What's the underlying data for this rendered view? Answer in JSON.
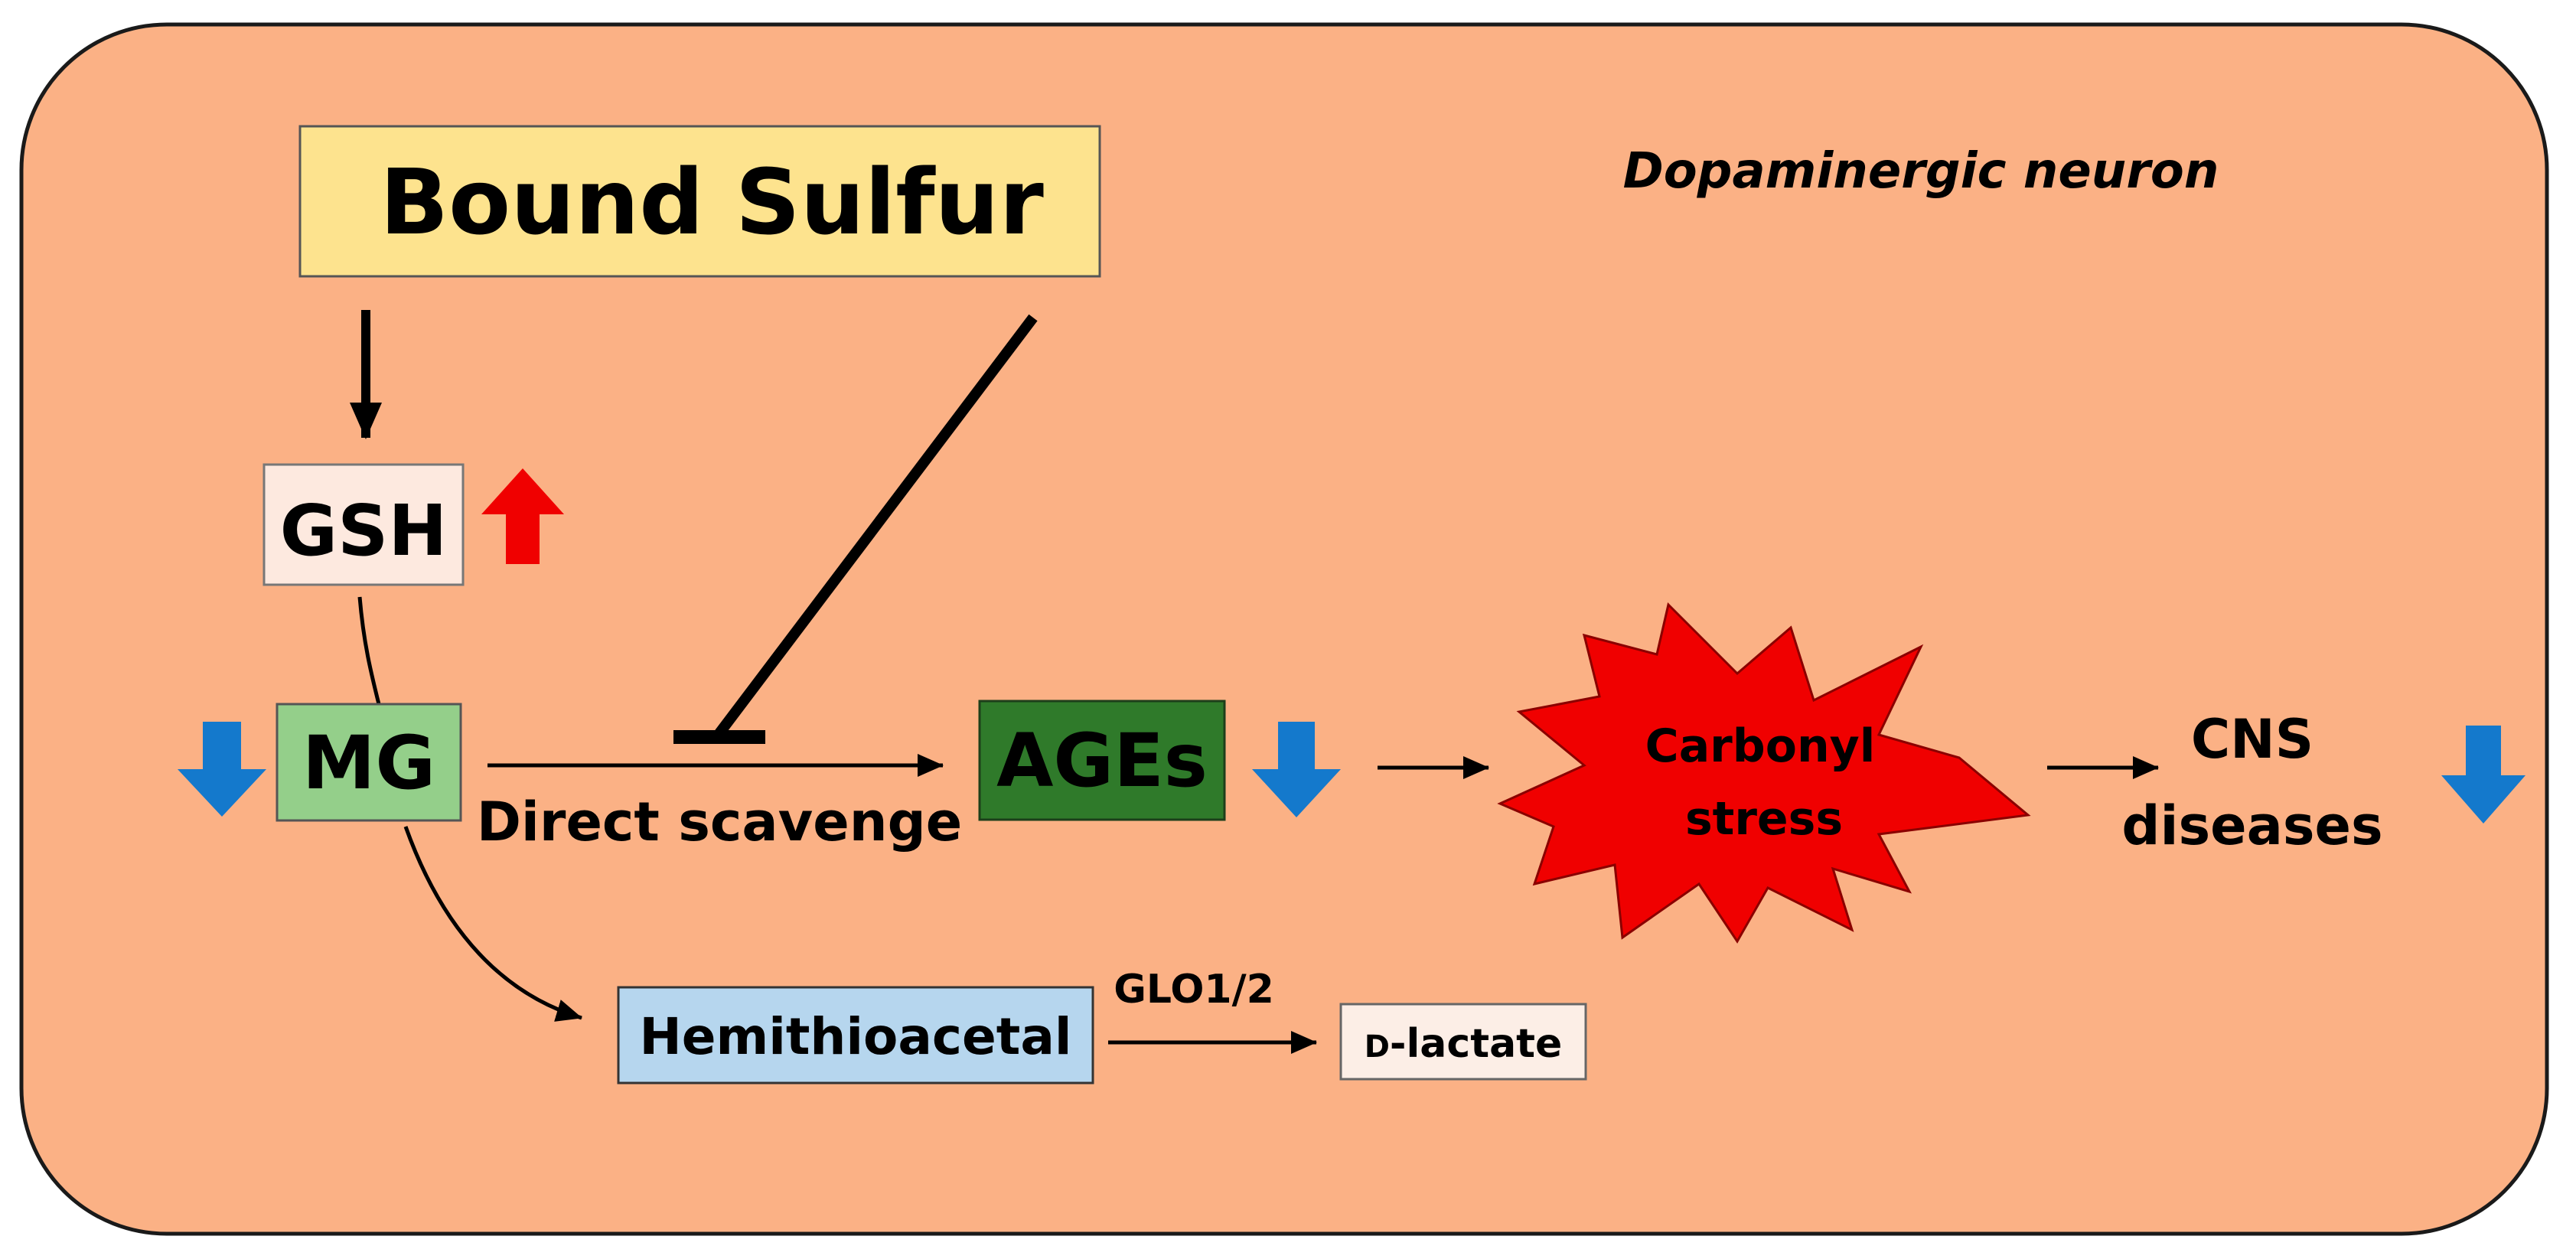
{
  "diagram": {
    "cell_label": "Dopaminergic neuron",
    "nodes": {
      "bound_sulfur": "Bound Sulfur",
      "gsh": "GSH",
      "mg": "MG",
      "ages": "AGEs",
      "carbonyl_stress_line1": "Carbonyl",
      "carbonyl_stress_line2": "stress",
      "cns_line1": "CNS",
      "cns_line2": "diseases",
      "hemithioacetal": "Hemithioacetal",
      "d_lactate_prefix": "D",
      "d_lactate_suffix": "-lactate"
    },
    "edge_labels": {
      "direct_scavenge": "Direct scavenge",
      "glo": "GLO1/2"
    },
    "indicators": {
      "gsh": "up",
      "mg": "down",
      "ages": "down",
      "cns": "down"
    },
    "colors": {
      "cell_fill": "#FBB185",
      "cell_border": "#1a1a1a",
      "bound_sulfur_fill": "#FDE38E",
      "gsh_fill": "#FDE9DF",
      "mg_fill": "#94CF8A",
      "ages_fill": "#2F7A2A",
      "hemithioacetal_fill": "#B6D6EE",
      "d_lactate_fill": "#FCEEE6",
      "carbonyl_fill": "#F00000",
      "carbonyl_text": "#6B0000",
      "up_arrow": "#F00000",
      "down_arrow": "#1479CC"
    }
  }
}
